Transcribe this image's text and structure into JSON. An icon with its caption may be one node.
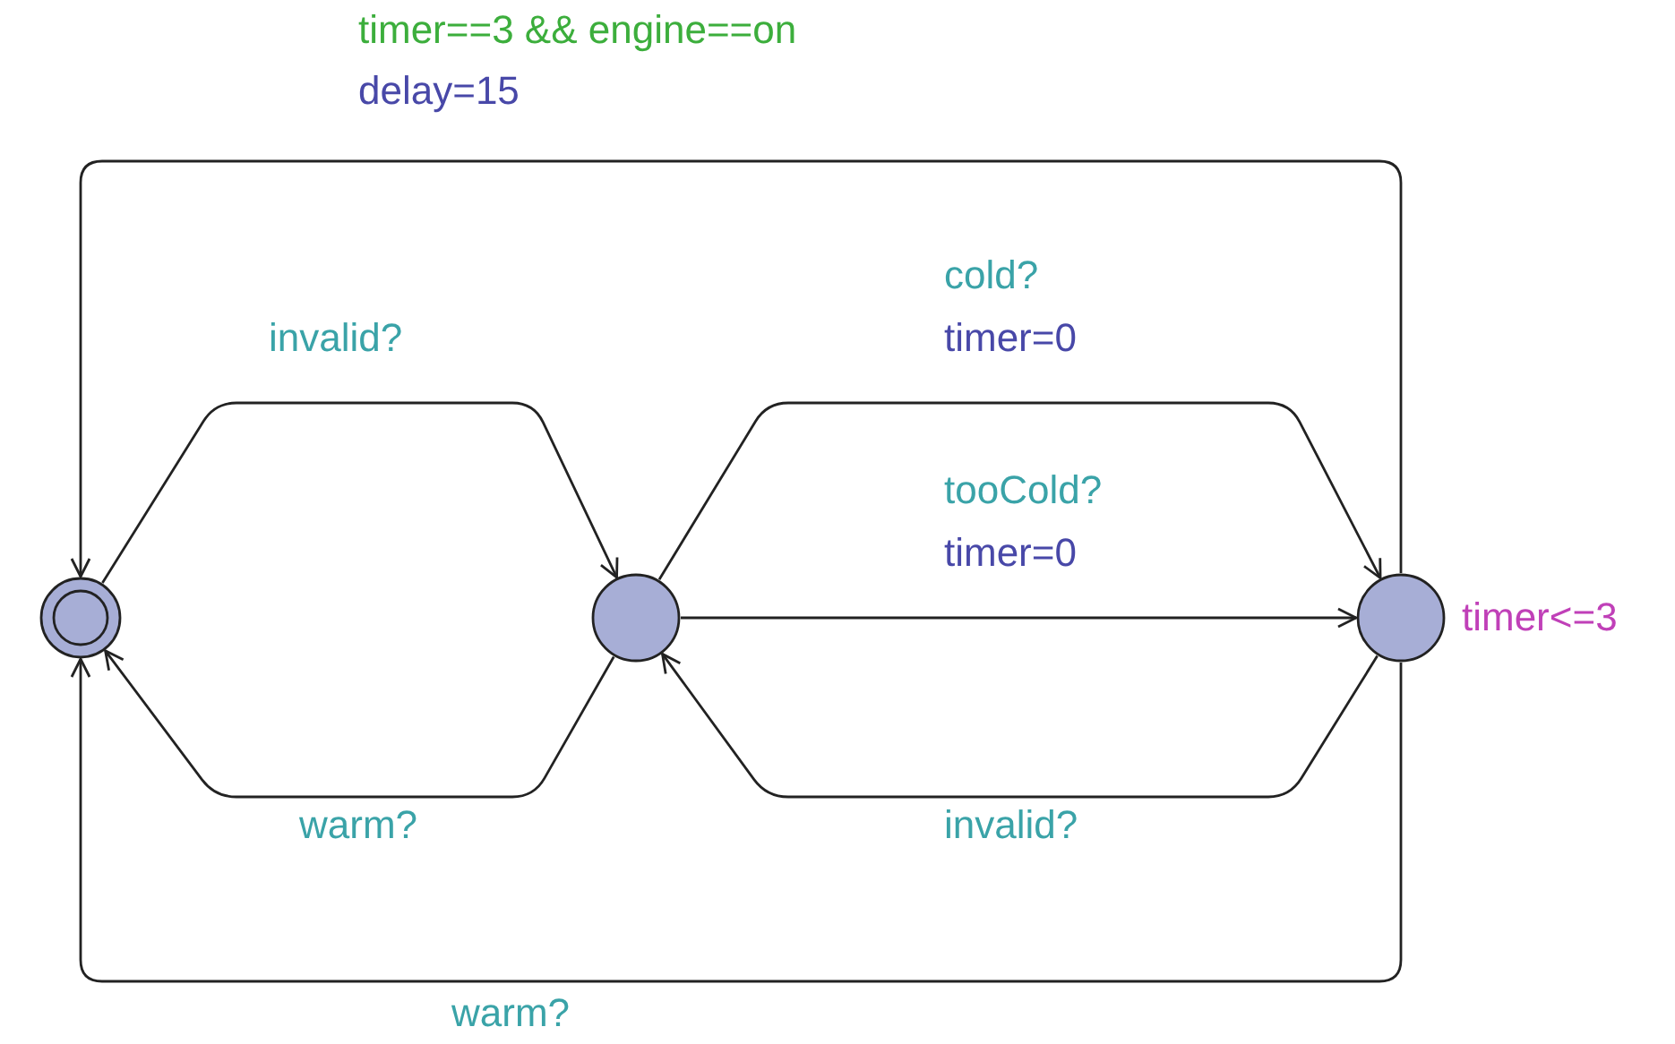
{
  "diagram": {
    "nodes": [
      {
        "text": [],
        "shape": "double-circle"
      },
      {
        "text": [],
        "shape": "circle"
      },
      {
        "text": [],
        "shape": "circle",
        "beside": [
          "timer<=3"
        ]
      }
    ],
    "edges": [
      {
        "from": 2,
        "to": 0,
        "arrow": "to",
        "label": "timer==3 && engine==on"
      },
      {
        "from": 0,
        "to": 1,
        "arrow": "to",
        "label": "invalid?"
      },
      {
        "from": 1,
        "to": 2,
        "arrow": "to",
        "label": "cold?"
      },
      {
        "from": 1,
        "to": 2,
        "arrow": "to",
        "label": "tooCold?"
      },
      {
        "from": 2,
        "to": 1,
        "arrow": "to",
        "label": "invalid?"
      },
      {
        "from": 1,
        "to": 0,
        "arrow": "to",
        "label": "warm?"
      },
      {
        "from": 2,
        "to": 0,
        "arrow": "to",
        "label": "warm?"
      }
    ],
    "labels": [
      "delay=15",
      "timer=0",
      "timer=0"
    ]
  }
}
